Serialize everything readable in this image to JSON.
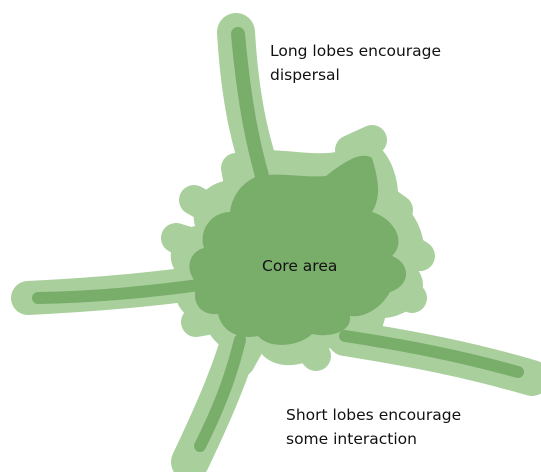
{
  "colors": {
    "halo": "#a9cf9d",
    "core": "#78ad6a",
    "background": "#ffffff",
    "text": "#111111"
  },
  "annotations": {
    "long_lobes": {
      "line1": "Long lobes encourage",
      "line2": "dispersal"
    },
    "core": "Core area",
    "short_lobes": {
      "line1": "Short lobes encourage",
      "line2": "some interaction"
    }
  }
}
